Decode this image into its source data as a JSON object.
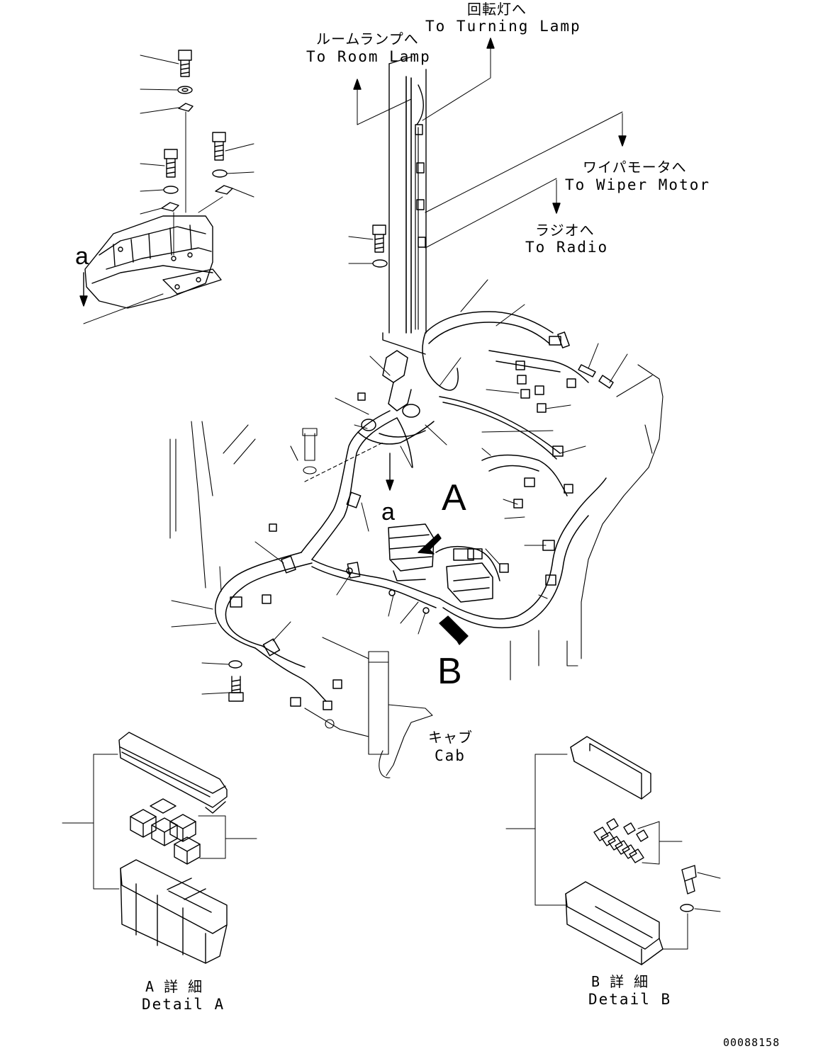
{
  "labels": {
    "turning_lamp_jp": "回転灯へ",
    "turning_lamp_en": "To Turning Lamp",
    "room_lamp_jp": "ルームランプへ",
    "room_lamp_en": "To Room Lamp",
    "wiper_motor_jp": "ワイパモータへ",
    "wiper_motor_en": "To Wiper Motor",
    "radio_jp": "ラジオへ",
    "radio_en": "To Radio",
    "cab_jp": "キャブ",
    "cab_en": "Cab",
    "detail_a_jp": "A 詳 細",
    "detail_a_en": "Detail A",
    "detail_b_jp": "B 詳 細",
    "detail_b_en": "Detail B",
    "marker_a_upper": "a",
    "marker_a_lower": "a",
    "marker_big_a": "A",
    "marker_big_b": "B",
    "drawing_number": "00088158"
  },
  "colors": {
    "ink": "#000000",
    "paper": "#ffffff"
  }
}
